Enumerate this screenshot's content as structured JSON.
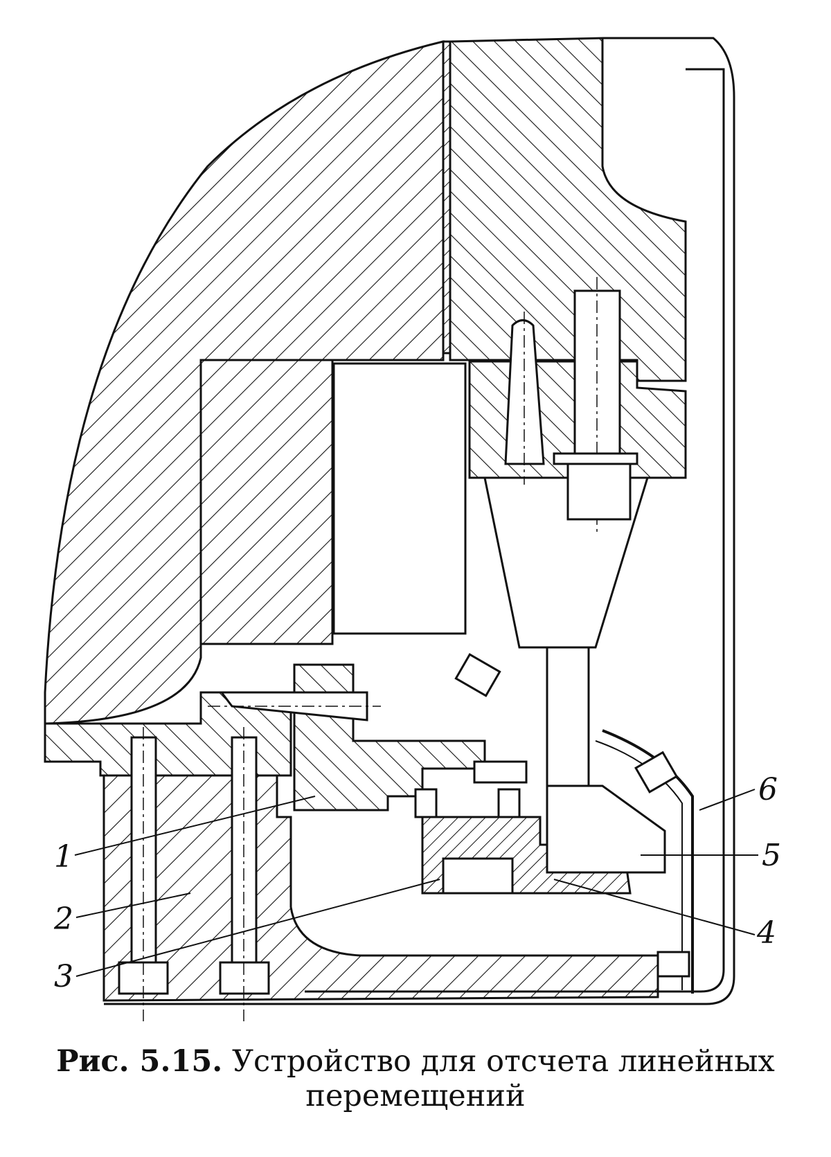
{
  "figure": {
    "caption_prefix": "Рис. 5.15.",
    "caption_line1": "Устройство для отсчета линейных",
    "caption_line2": "перемещений"
  },
  "labels": [
    "1",
    "2",
    "3",
    "4",
    "5",
    "6"
  ]
}
